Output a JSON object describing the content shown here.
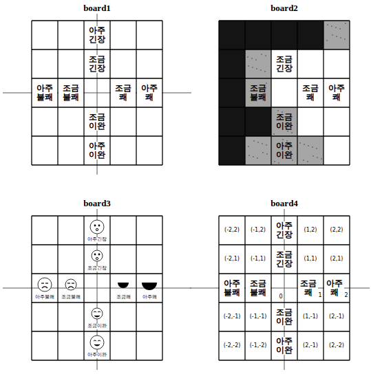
{
  "diagram": {
    "labels": [
      "board1",
      "board2",
      "board3",
      "board4",
      "아주 긴장",
      "조금 긴장",
      "아주 불쾌",
      "조금 불쾌",
      "조금 쾌",
      "아주 쾌",
      "조금 이완",
      "아주 이완",
      "조금 긴장",
      "조금 불쾌",
      "조금 쾌",
      "아주 쾌",
      "조금 이완",
      "아주 이완",
      "아주긴장",
      "조금긴장",
      "아주불쾌",
      "조금불쾌",
      "조금쾌",
      "아주쾌",
      "조금이완",
      "아주이완",
      "(-2,2)",
      "(-1,2)",
      "아주 긴장",
      "(1,2)",
      "(2,2)",
      "(-2,1)",
      "(-1,1)",
      "조금 긴장",
      "(1,1)",
      "(2,1)",
      "아주 불쾌",
      "조금 불쾌",
      "0",
      "조금 쾌",
      "1",
      "아주 쾌",
      "2",
      "(-2,-1)",
      "(-1,-1)",
      "조금 이완",
      "(1,-1)",
      "(2,-1)",
      "(-2,-2)",
      "(-1,-2)",
      "아주 이완",
      "(2,-1)",
      "(2,-2)"
    ]
  }
}
